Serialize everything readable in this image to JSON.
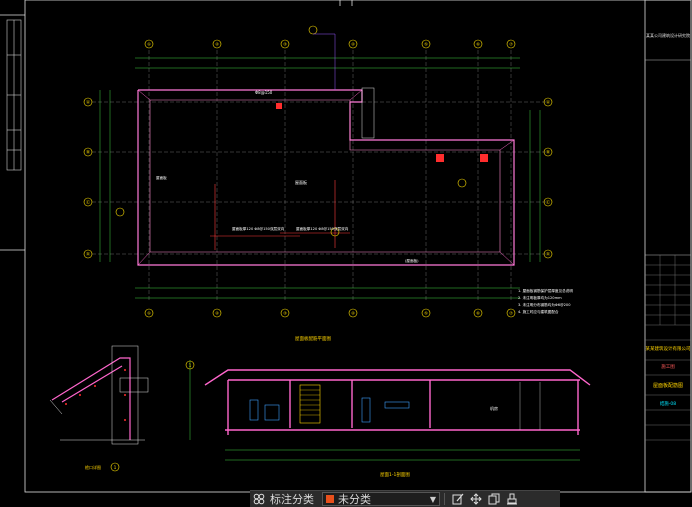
{
  "drawing": {
    "plan_title": "屋面板配筋平面图",
    "section_title": "屋面1-1剖面图",
    "detail_label": "檐口详图",
    "detail_id": "1",
    "section_marker": "1",
    "notes": [
      "1. 屋面板钢筋保护层厚度见总说明",
      "2. 未注明板厚均为120mm",
      "3. 未注明分布钢筋均为Φ6@200",
      "4. 施工时应与建筑图配合"
    ],
    "plan_labels": {
      "top_rebar": "Φ8@150",
      "slab": "屋面板",
      "note_a": "屋面板厚120 Φ8@150双层双向",
      "note_b": "屋面板厚120 Φ8@150双层双向",
      "dim_bottom": "(屋面板)",
      "dim_left": "屋面板"
    },
    "room_label": "机房",
    "top_axes": [
      "①",
      "②",
      "③",
      "④",
      "⑤",
      "⑥",
      "⑦",
      "⑧"
    ],
    "side_axes": [
      "Ⓐ",
      "Ⓑ",
      "Ⓒ",
      "Ⓓ"
    ],
    "title_block": {
      "project": "某某公司建筑设计研究院",
      "drawing_name": "屋面板配筋图",
      "sheet": "结施-08",
      "company": "某某建筑设计有限公司",
      "phase": "施工图"
    }
  },
  "toolbar": {
    "annotation_label": "标注分类",
    "category_value": "未分类",
    "category_color": "#e8501c",
    "icons": [
      "category-icon",
      "edit-icon",
      "move-icon",
      "copy-icon",
      "stamp-icon"
    ]
  }
}
